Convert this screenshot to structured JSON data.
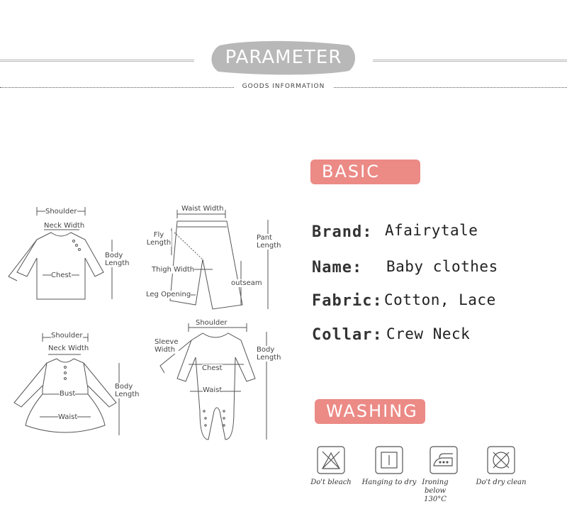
{
  "header": {
    "title": "PARAMETER",
    "subtitle": "GOODS INFORMATION"
  },
  "basic": {
    "label": "BASIC",
    "rows": [
      {
        "key": "Brand:",
        "value": "Afairytale"
      },
      {
        "key": "Name:",
        "value": "Baby clothes"
      },
      {
        "key": "Fabric:",
        "value": "Cotton, Lace"
      },
      {
        "key": "Collar:",
        "value": "Crew Neck"
      }
    ]
  },
  "washing": {
    "label": "WASHING",
    "items": [
      {
        "icon": "no-bleach-icon",
        "label": "Do't bleach"
      },
      {
        "icon": "hanging-dry-icon",
        "label": "Hanging to dry"
      },
      {
        "icon": "iron-icon",
        "label": "Ironing below 130°C"
      },
      {
        "icon": "no-dry-clean-icon",
        "label": "Do't dry clean"
      }
    ]
  },
  "diagrams": {
    "shirt": {
      "shoulder": "Shoulder",
      "neck": "Neck Width",
      "body_length": "Body Length",
      "chest": "Chest"
    },
    "pants": {
      "waist": "Waist Width",
      "fly": "Fly Length",
      "pant_length": "Pant Length",
      "thigh": "Thigh Width",
      "outseam": "outseam",
      "leg": "Leg Opening"
    },
    "dress": {
      "shoulder": "Shoulder",
      "neck": "Neck Width",
      "bust": "Bust",
      "body_length": "Body Length",
      "waist": "Waist"
    },
    "romper": {
      "shoulder": "Shoulder",
      "sleeve": "Sleeve Width",
      "body_length": "Body Length",
      "chest": "Chest",
      "waist": "Waist"
    }
  },
  "colors": {
    "accent": "#ec8a86",
    "badge": "#b8b8b8"
  }
}
